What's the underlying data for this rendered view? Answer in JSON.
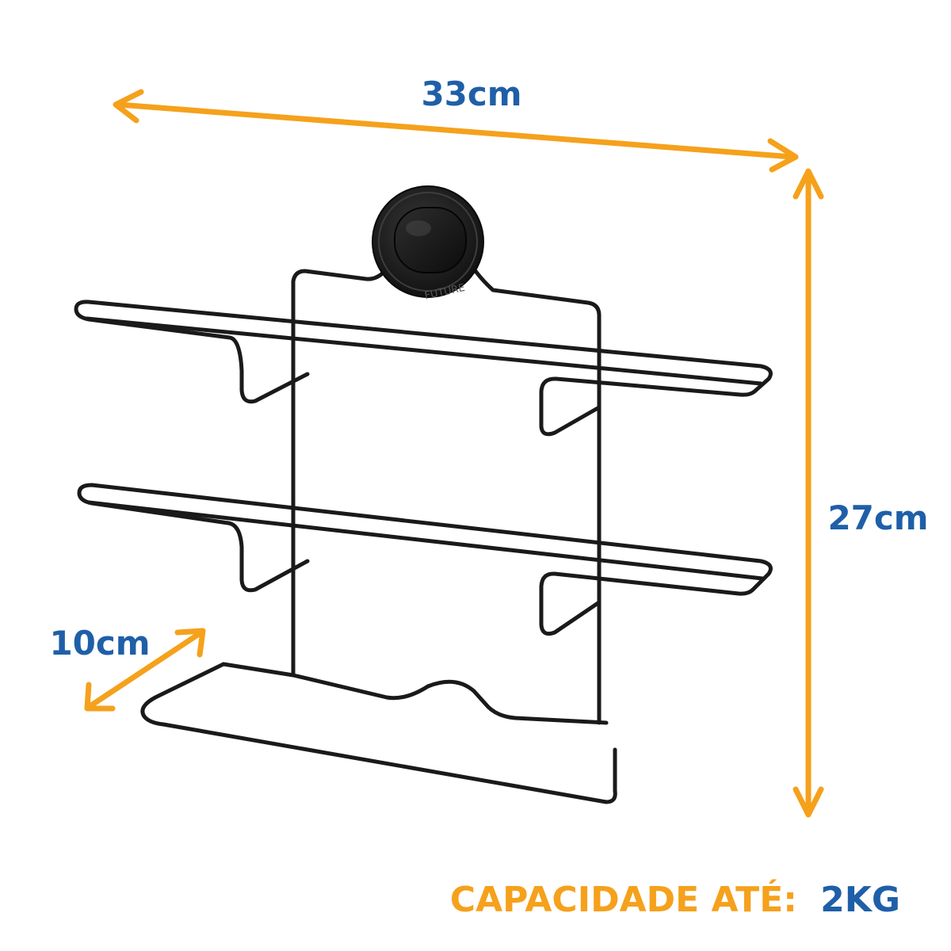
{
  "dimensions": {
    "width": "33cm",
    "height": "27cm",
    "depth": "10cm"
  },
  "capacity": {
    "label": "CAPACIDADE ATÉ:",
    "value": "2KG"
  },
  "brand_mark": "FUTURE",
  "colors": {
    "arrow": "#f5a11c",
    "dimension_text": "#1f5fa8",
    "capacity_label": "#f5a11c",
    "capacity_value": "#1f5fa8",
    "wire": "#1a1a1a",
    "suction_cup": "#222222"
  }
}
